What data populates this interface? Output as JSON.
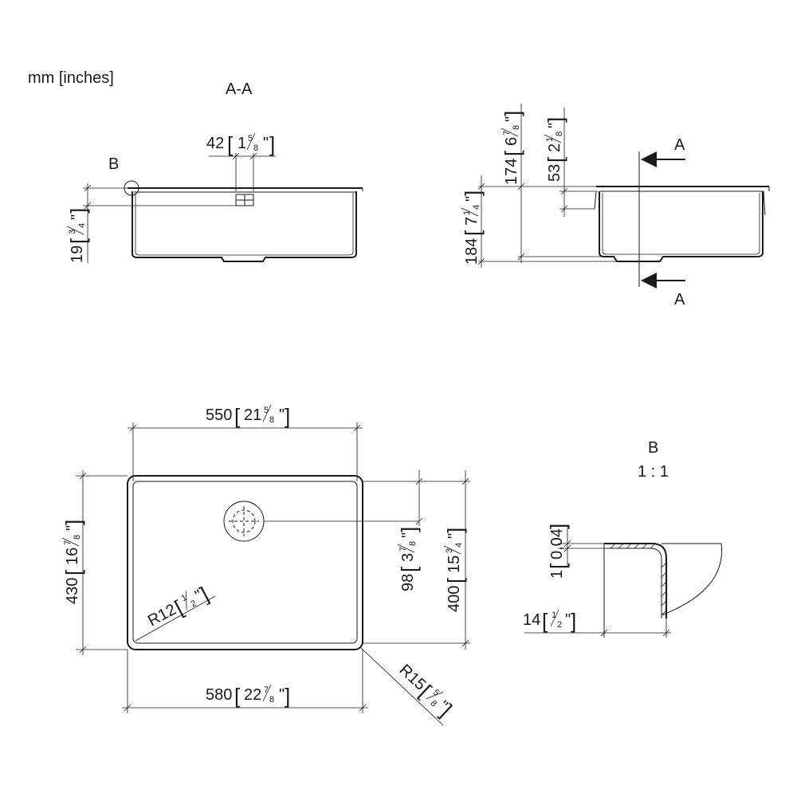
{
  "units_label": "mm [inches]",
  "views": {
    "section_aa": {
      "title": "A-A"
    },
    "side": {
      "marker_top": "A",
      "marker_bottom": "A"
    },
    "detail_b": {
      "title": "B",
      "scale": "1 : 1",
      "callout": "B"
    }
  },
  "dimensions": {
    "d42": {
      "mm": "42",
      "whole": "1",
      "num": "5",
      "den": "8"
    },
    "d19": {
      "mm": "19",
      "whole": "",
      "num": "3",
      "den": "4"
    },
    "d174": {
      "mm": "174",
      "whole": "6",
      "num": "7",
      "den": "8"
    },
    "d53": {
      "mm": "53",
      "whole": "2",
      "num": "1",
      "den": "8"
    },
    "d184": {
      "mm": "184",
      "whole": "7",
      "num": "1",
      "den": "4"
    },
    "d550": {
      "mm": "550",
      "whole": "21",
      "num": "5",
      "den": "8"
    },
    "d430": {
      "mm": "430",
      "whole": "16",
      "num": "7",
      "den": "8"
    },
    "d98": {
      "mm": "98",
      "whole": "3",
      "num": "7",
      "den": "8"
    },
    "d400": {
      "mm": "400",
      "whole": "15",
      "num": "3",
      "den": "4"
    },
    "r12": {
      "mm": "R12",
      "whole": "",
      "num": "1",
      "den": "2"
    },
    "d580": {
      "mm": "580",
      "whole": "22",
      "num": "7",
      "den": "8"
    },
    "r15": {
      "mm": "R15",
      "whole": "",
      "num": "5",
      "den": "8"
    },
    "d1": {
      "mm": "1",
      "inch": "0,04"
    },
    "d14": {
      "mm": "14",
      "whole": "",
      "num": "1",
      "den": "2"
    }
  }
}
